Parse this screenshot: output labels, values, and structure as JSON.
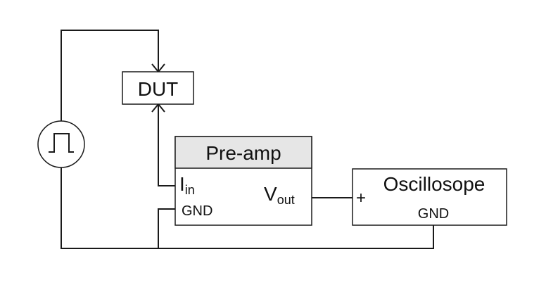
{
  "dut": {
    "label": "DUT"
  },
  "source": {
    "icon": "square-pulse-icon"
  },
  "preamp": {
    "title": "Pre-amp",
    "in_label": "I",
    "in_sub": "in",
    "gnd_label": "GND",
    "out_label": "V",
    "out_sub": "out"
  },
  "oscilloscope": {
    "title": "Oscillosope",
    "plus": "+",
    "gnd_label": "GND"
  },
  "colors": {
    "line": "#1a1a1a",
    "header_fill": "#e6e6e6"
  }
}
